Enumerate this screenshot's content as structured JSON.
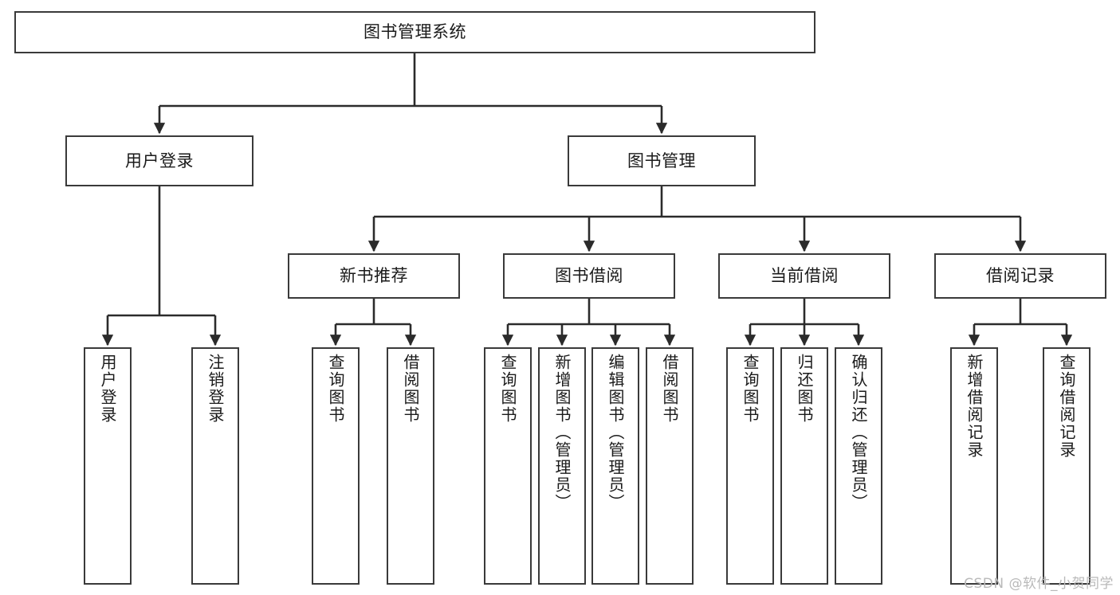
{
  "diagram": {
    "title": "图书管理系统",
    "type": "tree",
    "watermark": "CSDN @软件_小贺同学",
    "colors": {
      "box_border": "#3a3a3a",
      "box_fill": "#ffffff",
      "edge": "#2b2b2b",
      "text": "#1a1a1a",
      "watermark": "#b9b9b9",
      "background": "#ffffff"
    },
    "root": {
      "label": "图书管理系统"
    },
    "level2": [
      {
        "label": "用户登录"
      },
      {
        "label": "图书管理"
      }
    ],
    "level3": [
      {
        "label": "新书推荐"
      },
      {
        "label": "图书借阅"
      },
      {
        "label": "当前借阅"
      },
      {
        "label": "借阅记录"
      }
    ],
    "leaves": {
      "user_login": [
        {
          "label": "用户登录"
        },
        {
          "label": "注销登录"
        }
      ],
      "new_book_recommend": [
        {
          "label": "查询图书"
        },
        {
          "label": "借阅图书"
        }
      ],
      "book_borrow": [
        {
          "label": "查询图书"
        },
        {
          "label": "新增图书（管理员）"
        },
        {
          "label": "编辑图书（管理员）"
        },
        {
          "label": "借阅图书"
        }
      ],
      "current_borrow": [
        {
          "label": "查询图书"
        },
        {
          "label": "归还图书"
        },
        {
          "label": "确认归还（管理员）"
        }
      ],
      "borrow_record": [
        {
          "label": "新增借阅记录"
        },
        {
          "label": "查询借阅记录"
        }
      ]
    }
  }
}
